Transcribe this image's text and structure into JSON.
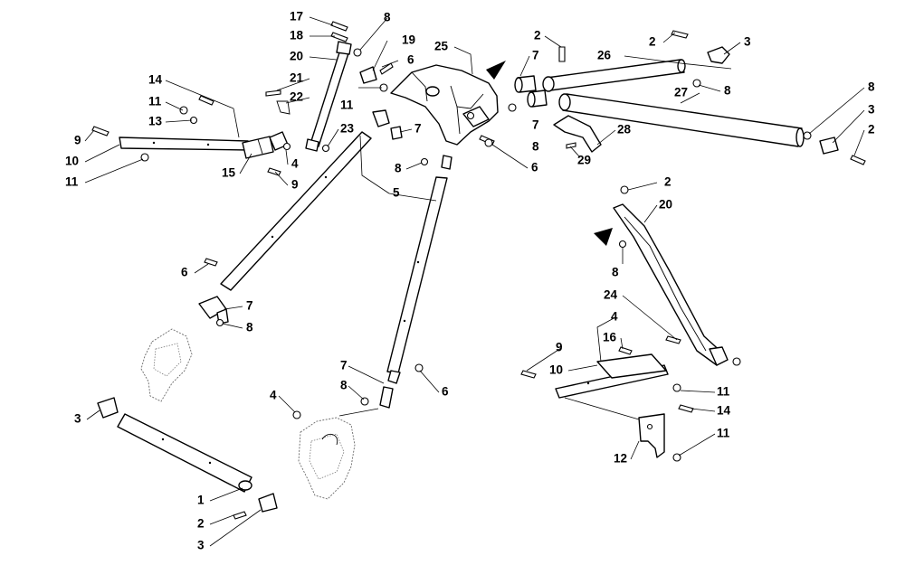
{
  "diagram": {
    "callouts": [
      {
        "id": "c01",
        "label": "17"
      },
      {
        "id": "c02",
        "label": "18"
      },
      {
        "id": "c03",
        "label": "8"
      },
      {
        "id": "c04",
        "label": "20"
      },
      {
        "id": "c05",
        "label": "19"
      },
      {
        "id": "c06",
        "label": "6"
      },
      {
        "id": "c07",
        "label": "21"
      },
      {
        "id": "c08",
        "label": "22"
      },
      {
        "id": "c09",
        "label": "11"
      },
      {
        "id": "c10",
        "label": "25"
      },
      {
        "id": "c11",
        "label": "2"
      },
      {
        "id": "c12",
        "label": "7"
      },
      {
        "id": "c13",
        "label": "26"
      },
      {
        "id": "c14",
        "label": "2"
      },
      {
        "id": "c15",
        "label": "3"
      },
      {
        "id": "c16",
        "label": "8"
      },
      {
        "id": "c17",
        "label": "27"
      },
      {
        "id": "c18",
        "label": "8"
      },
      {
        "id": "c19",
        "label": "3"
      },
      {
        "id": "c20",
        "label": "2"
      },
      {
        "id": "c21",
        "label": "14"
      },
      {
        "id": "c22",
        "label": "11"
      },
      {
        "id": "c23",
        "label": "13"
      },
      {
        "id": "c24",
        "label": "9"
      },
      {
        "id": "c25",
        "label": "10"
      },
      {
        "id": "c26",
        "label": "11"
      },
      {
        "id": "c27",
        "label": "23"
      },
      {
        "id": "c28",
        "label": "4"
      },
      {
        "id": "c29",
        "label": "15"
      },
      {
        "id": "c30",
        "label": "9"
      },
      {
        "id": "c31",
        "label": "7"
      },
      {
        "id": "c32",
        "label": "8"
      },
      {
        "id": "c33",
        "label": "7"
      },
      {
        "id": "c34",
        "label": "8"
      },
      {
        "id": "c35",
        "label": "6"
      },
      {
        "id": "c36",
        "label": "28"
      },
      {
        "id": "c37",
        "label": "29"
      },
      {
        "id": "c38",
        "label": "5"
      },
      {
        "id": "c39",
        "label": "2"
      },
      {
        "id": "c40",
        "label": "20"
      },
      {
        "id": "c41",
        "label": "8"
      },
      {
        "id": "c42",
        "label": "6"
      },
      {
        "id": "c43",
        "label": "7"
      },
      {
        "id": "c44",
        "label": "8"
      },
      {
        "id": "c45",
        "label": "24"
      },
      {
        "id": "c46",
        "label": "4"
      },
      {
        "id": "c47",
        "label": "16"
      },
      {
        "id": "c48",
        "label": "9"
      },
      {
        "id": "c49",
        "label": "10"
      },
      {
        "id": "c50",
        "label": "11"
      },
      {
        "id": "c51",
        "label": "14"
      },
      {
        "id": "c52",
        "label": "7"
      },
      {
        "id": "c53",
        "label": "8"
      },
      {
        "id": "c54",
        "label": "6"
      },
      {
        "id": "c55",
        "label": "4"
      },
      {
        "id": "c56",
        "label": "11"
      },
      {
        "id": "c57",
        "label": "12"
      },
      {
        "id": "c58",
        "label": "3"
      },
      {
        "id": "c59",
        "label": "1"
      },
      {
        "id": "c60",
        "label": "2"
      },
      {
        "id": "c61",
        "label": "3"
      }
    ]
  }
}
